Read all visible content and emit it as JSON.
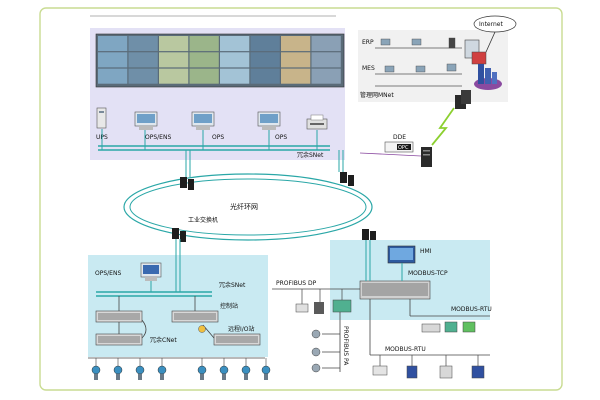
{
  "labels": {
    "internet": "Internet",
    "erp": "ERP",
    "mes": "MES",
    "mgmt_net": "管理网MNet",
    "ups": "UPS",
    "ops_ens_top": "OPS/ENS",
    "ops_1": "OPS",
    "ops_2": "OPS",
    "redundant_snet_top": "冗余SNet",
    "dde": "DDE",
    "opc": "OPC",
    "fiber_ring": "光纤环网",
    "industrial_switch": "工业交换机",
    "ops_ens_bottom": "OPS/ENS",
    "redundant_snet_bottom": "冗余SNet",
    "control_station": "控制站",
    "remote_io": "远程I/O站",
    "redundant_cnet": "冗余CNet",
    "hmi": "HMI",
    "modbus_tcp": "MODBUS-TCP",
    "profibus_dp": "PROFIBUS DP",
    "modbus_rtu_right": "MODBUS-RTU",
    "profibus_pa": "PROFIBUS PA",
    "modbus_rtu_bottom": "MODBUS-RTU"
  },
  "colors": {
    "frame_border": "#c9dc92",
    "panel_top": "#e3e1f5",
    "panel_bottom": "#c9eaf2",
    "panel_right": "#c9eaf2",
    "bus_line": "#2aa7a7",
    "dark_line": "#333333",
    "ring": "#2aa7a7",
    "red_line": "#d03030",
    "green_flash": "#8cd030"
  },
  "icons": {
    "internet_cloud": "cloud-icon",
    "video_wall": "video-wall-icon",
    "ups": "ups-icon",
    "workstation": "workstation-icon",
    "printer": "printer-icon",
    "switch": "switch-icon",
    "server": "server-icon",
    "router": "router-icon",
    "plc_rack": "plc-rack-icon",
    "hmi_panel": "hmi-panel-icon",
    "field_instrument": "field-instrument-icon",
    "lightning": "lightning-icon"
  }
}
